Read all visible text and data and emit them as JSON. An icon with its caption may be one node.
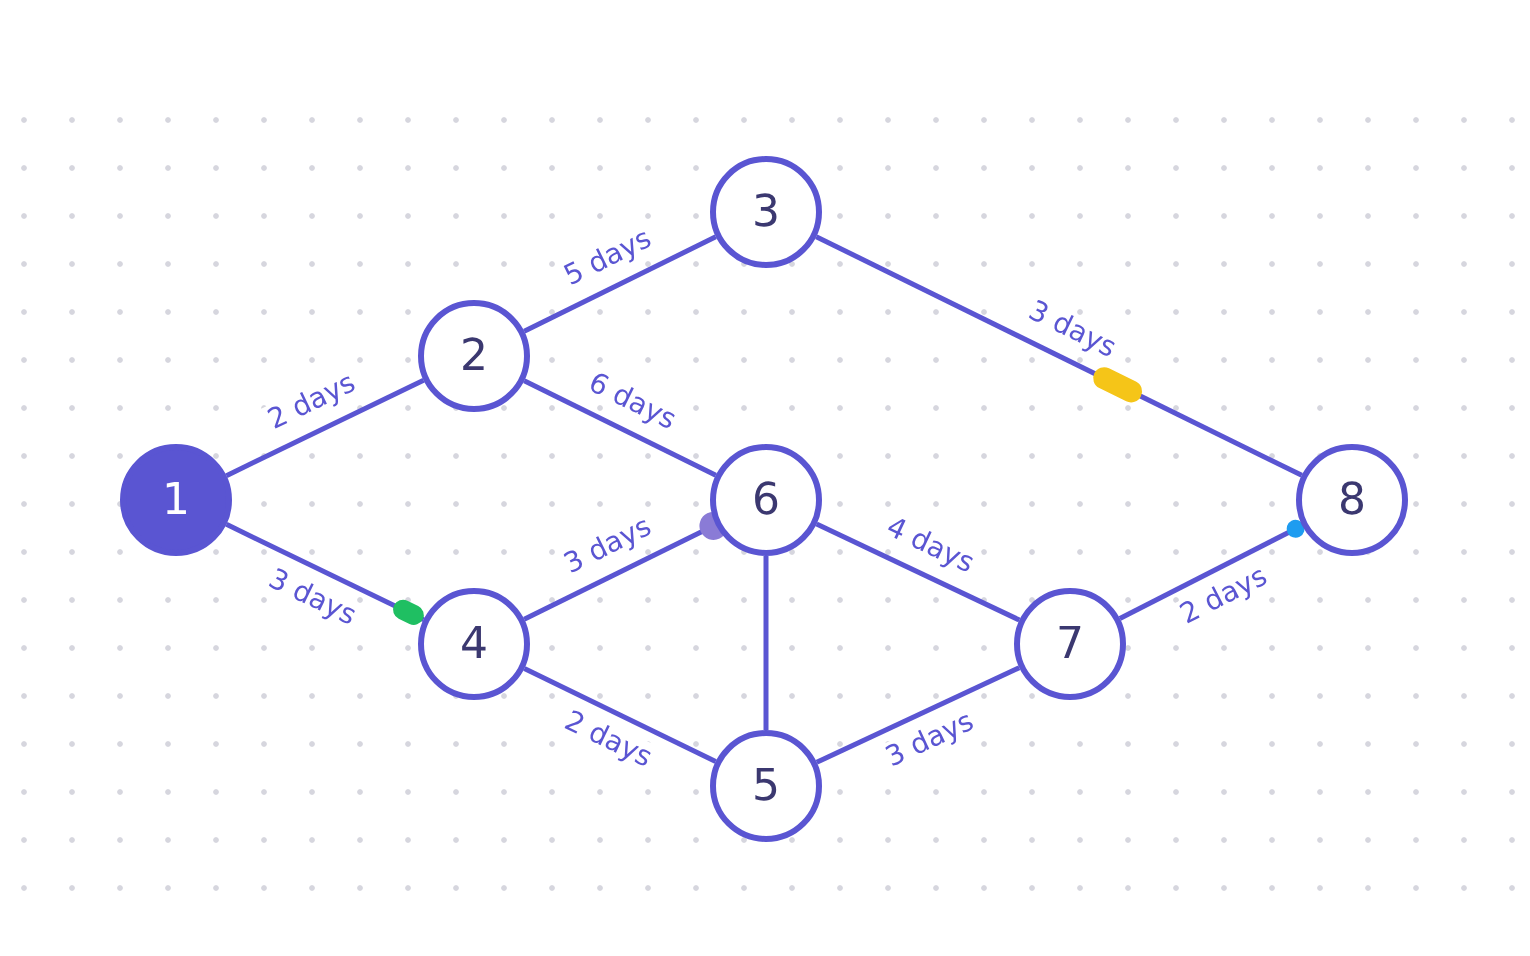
{
  "diagram": {
    "nodes": [
      {
        "text": [
          "1"
        ]
      },
      {
        "text": [
          "2"
        ]
      },
      {
        "text": [
          "3"
        ]
      },
      {
        "text": [
          "4"
        ]
      },
      {
        "text": [
          "6"
        ]
      },
      {
        "text": [
          "5"
        ]
      },
      {
        "text": [
          "7"
        ]
      },
      {
        "text": [
          "8"
        ]
      }
    ],
    "edges": [
      {
        "from": 0,
        "to": 1,
        "arrow": "none",
        "label": "2 days"
      },
      {
        "from": 0,
        "to": 3,
        "arrow": "none",
        "label": "3 days"
      },
      {
        "from": 1,
        "to": 2,
        "arrow": "none",
        "label": "5 days"
      },
      {
        "from": 1,
        "to": 4,
        "arrow": "none",
        "label": "6 days"
      },
      {
        "from": 2,
        "to": 7,
        "arrow": "none",
        "label": "3 days"
      },
      {
        "from": 3,
        "to": 4,
        "arrow": "none",
        "label": "3 days"
      },
      {
        "from": 3,
        "to": 5,
        "arrow": "none",
        "label": "2 days"
      },
      {
        "from": 4,
        "to": 5,
        "arrow": "none"
      },
      {
        "from": 4,
        "to": 6,
        "arrow": "none",
        "label": "4 days"
      },
      {
        "from": 5,
        "to": 6,
        "arrow": "none",
        "label": "3 days"
      },
      {
        "from": 6,
        "to": 7,
        "arrow": "none",
        "label": "2 days"
      }
    ]
  }
}
